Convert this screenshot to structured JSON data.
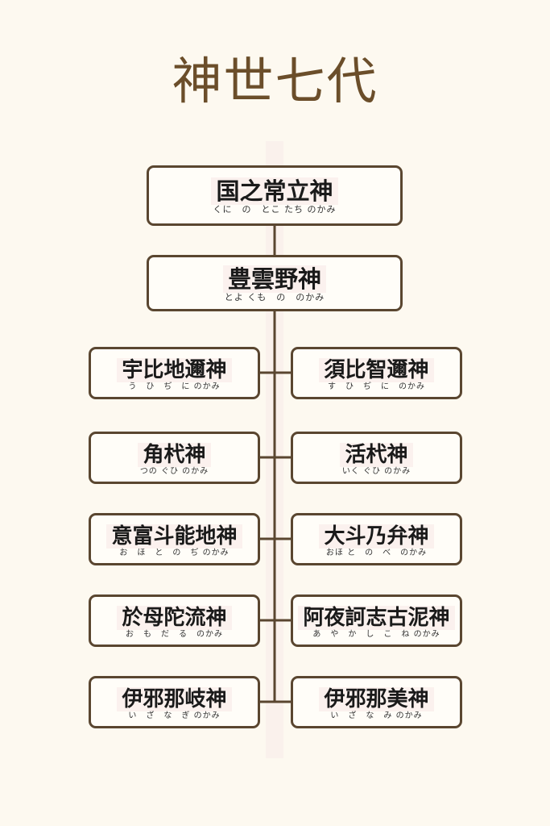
{
  "title": "神世七代",
  "top_gods": [
    {
      "name": "国之常立神",
      "reading": "くに　の　とこ たち のかみ"
    },
    {
      "name": "豊雲野神",
      "reading": "とよ くも　の　のかみ"
    }
  ],
  "pairs": [
    {
      "left": {
        "name": "宇比地邇神",
        "reading": "う　ひ　ぢ　に のかみ"
      },
      "right": {
        "name": "須比智邇神",
        "reading": "す　ひ　ぢ　に　のかみ"
      }
    },
    {
      "left": {
        "name": "角杙神",
        "reading": "つの ぐひ のかみ"
      },
      "right": {
        "name": "活杙神",
        "reading": "いく ぐひ のかみ"
      }
    },
    {
      "left": {
        "name": "意富斗能地神",
        "reading": "お　ほ　と　の　ぢ のかみ"
      },
      "right": {
        "name": "大斗乃弁神",
        "reading": "おほ と　の　べ　のかみ"
      }
    },
    {
      "left": {
        "name": "於母陀流神",
        "reading": "お　も　だ　る　のかみ"
      },
      "right": {
        "name": "阿夜訶志古泥神",
        "reading": "あ　や　か　し　こ　ね のかみ"
      }
    },
    {
      "left": {
        "name": "伊邪那岐神",
        "reading": "い　ざ　な　ぎ のかみ"
      },
      "right": {
        "name": "伊邪那美神",
        "reading": "い　ざ　な　み のかみ"
      }
    }
  ]
}
